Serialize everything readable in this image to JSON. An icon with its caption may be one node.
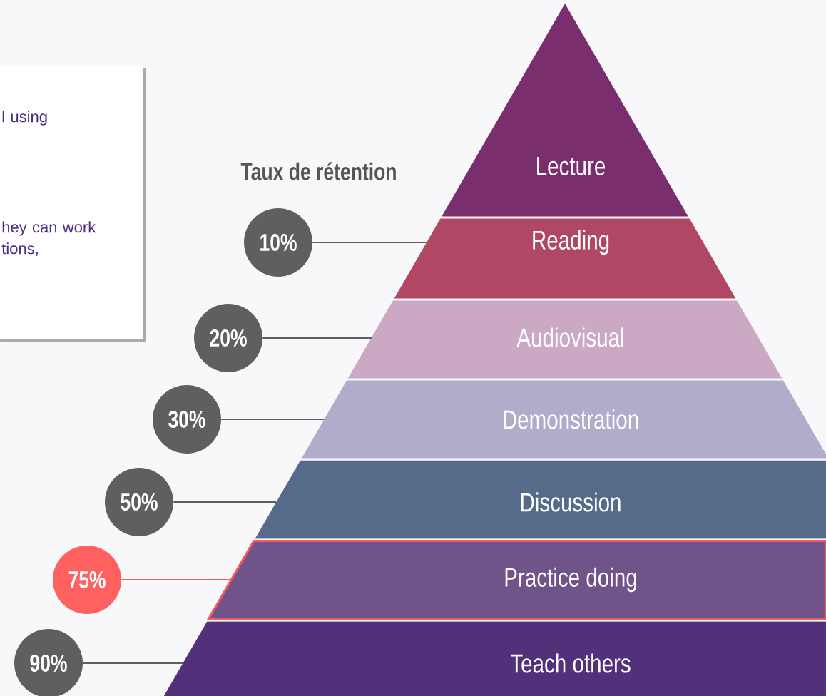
{
  "diagram": {
    "nodes": [
      {
        "text": [
          "l using",
          "hey can work tions,"
        ]
      },
      {
        "text": [
          "Lecture"
        ]
      },
      {
        "text": [
          "Reading"
        ]
      },
      {
        "text": [
          "Audiovisual"
        ]
      },
      {
        "text": [
          "Demonstration"
        ]
      },
      {
        "text": [
          "Discussion"
        ]
      },
      {
        "text": [
          "Practice doing"
        ]
      },
      {
        "text": [
          "Teach others"
        ]
      },
      {
        "text": [
          "10%"
        ]
      },
      {
        "text": [
          "20%"
        ]
      },
      {
        "text": [
          "30%"
        ]
      },
      {
        "text": [
          "50%"
        ]
      },
      {
        "text": [
          "75%"
        ]
      },
      {
        "text": [
          "90%"
        ]
      }
    ],
    "edges": [
      {
        "from": 8,
        "to": 2,
        "arrow": "none"
      },
      {
        "from": 9,
        "to": 3,
        "arrow": "none"
      },
      {
        "from": 10,
        "to": 4,
        "arrow": "none"
      },
      {
        "from": 11,
        "to": 5,
        "arrow": "none"
      },
      {
        "from": 12,
        "to": 6,
        "arrow": "none",
        "color": "#f25c5c"
      },
      {
        "from": 13,
        "to": 7,
        "arrow": "none"
      }
    ],
    "labels": [
      "Taux de rétention"
    ]
  }
}
